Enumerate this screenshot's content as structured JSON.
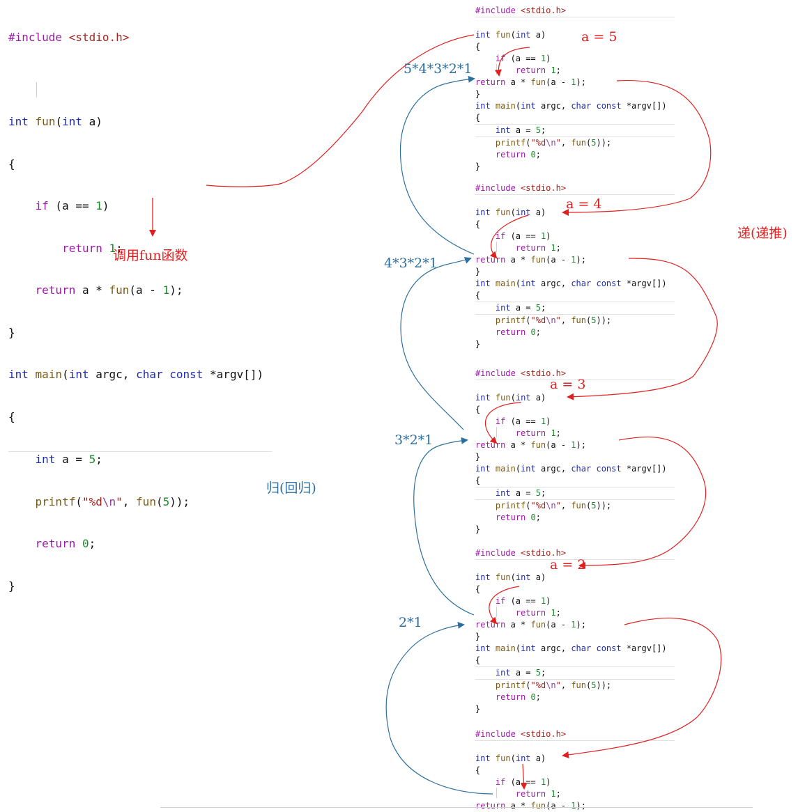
{
  "main_code": {
    "include": "#include <stdio.h>",
    "fun_sig": "int fun(int a)",
    "open_brace": "{",
    "if_line": "if (a == 1)",
    "return_one": "return 1;",
    "return_rec": "return a * fun(a - 1);",
    "close_brace": "}",
    "main_sig": "int main(int argc, char const *argv[])",
    "decl": "int a = 5;",
    "printf": "printf(\"%d\\n\", fun(5));",
    "return_zero": "return 0;"
  },
  "labels": {
    "call_fun": "调用fun函数",
    "recursion": "递(递推)",
    "regression": "归(回归)",
    "a5": "a = 5",
    "a4": "a = 4",
    "a3": "a = 3",
    "a2": "a = 2",
    "p5": "5*4*3*2*1",
    "p4": "4*3*2*1",
    "p3": "3*2*1",
    "p2": "2*1"
  },
  "colors": {
    "forward_arrow": "#e02020",
    "return_arrow": "#2c6f9f"
  }
}
